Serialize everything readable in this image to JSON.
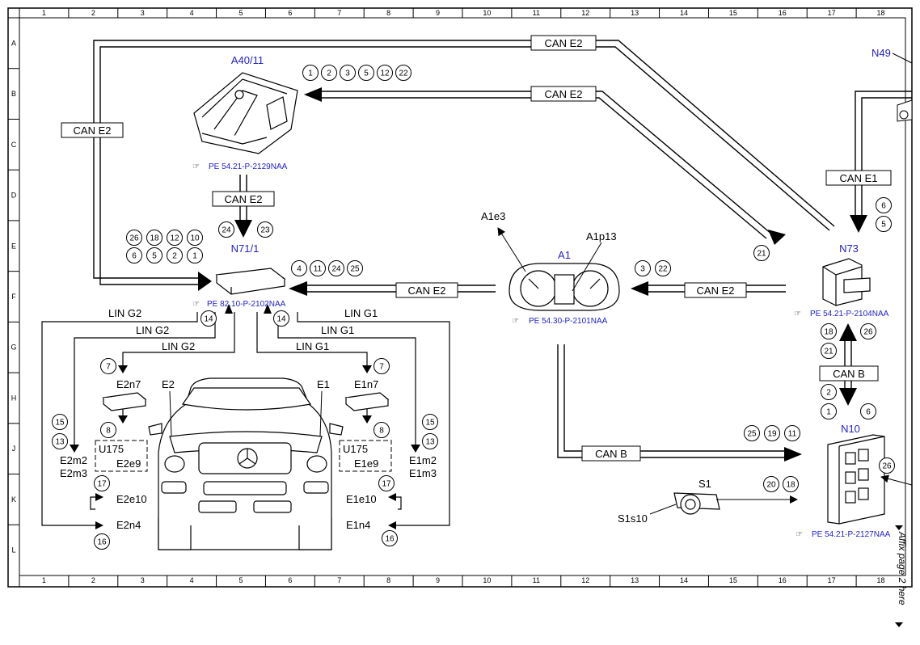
{
  "grid": {
    "columns": [
      "1",
      "2",
      "3",
      "4",
      "5",
      "6",
      "7",
      "8",
      "9",
      "10",
      "11",
      "12",
      "13",
      "14",
      "15",
      "16",
      "17",
      "18"
    ],
    "rows": [
      "A",
      "B",
      "C",
      "D",
      "E",
      "F",
      "G",
      "H",
      "J",
      "K",
      "L"
    ]
  },
  "components": {
    "a40_11": {
      "name": "A40/11",
      "ref": "PE 54.21-P-2129NAA"
    },
    "n71_1": {
      "name": "N71/1",
      "ref": "PE 82.10-P-2102NAA"
    },
    "a1": {
      "name": "A1",
      "ref": "PE 54.30-P-2101NAA",
      "sub1": "A1e3",
      "sub2": "A1p13"
    },
    "n73": {
      "name": "N73",
      "ref": "PE 54.21-P-2104NAA"
    },
    "n10": {
      "name": "N10",
      "ref": "PE 54.21-P-2127NAA"
    },
    "n49": {
      "name": "N49"
    },
    "s1": {
      "name": "S1",
      "sub": "S1s10"
    },
    "e2n7": {
      "name": "E2n7"
    },
    "e1n7": {
      "name": "E1n7"
    },
    "u175_left": {
      "name": "U175",
      "sub": "E2e9"
    },
    "u175_right": {
      "name": "U175",
      "sub": "E1e9"
    },
    "car": {
      "label_left": "E2",
      "label_right": "E1"
    }
  },
  "labels": {
    "e2m2": "E2m2",
    "e2m3": "E2m3",
    "e1m2": "E1m2",
    "e1m3": "E1m3",
    "e2e10": "E2e10",
    "e2n4": "E2n4",
    "e1e10": "E1e10",
    "e1n4": "E1n4"
  },
  "buses": {
    "can_e2": "CAN E2",
    "can_e1": "CAN E1",
    "can_b": "CAN B",
    "lin_g1": "LIN G1",
    "lin_g2": "LIN G2"
  },
  "circles": {
    "top_row": [
      "1",
      "2",
      "3",
      "5",
      "12",
      "22"
    ],
    "n71_top_a": [
      "26",
      "18",
      "12",
      "10"
    ],
    "n71_top_b": [
      "6",
      "5",
      "2",
      "1"
    ],
    "n71_arrow": [
      "24",
      "23"
    ],
    "n71_right": [
      "4",
      "11",
      "24",
      "25"
    ],
    "a1_left": [
      "3",
      "22"
    ],
    "n73_arrow": [
      "21"
    ],
    "n73_top": [
      "6",
      "5"
    ],
    "n73_bottom_a": [
      "18",
      "21"
    ],
    "n73_bottom_b": [
      "26"
    ],
    "n10_top_a": [
      "2",
      "1"
    ],
    "n10_top_b": [
      "6"
    ],
    "canb_arrow": [
      "25",
      "19",
      "11"
    ],
    "s1_arrow": [
      "20",
      "18"
    ],
    "n10_right": [
      "26"
    ],
    "lin_left": [
      "14"
    ],
    "lin_right": [
      "14"
    ],
    "e2n7_top": [
      "7"
    ],
    "e2n7_bot": [
      "8"
    ],
    "e1n7_top": [
      "7"
    ],
    "e1n7_bot": [
      "8"
    ],
    "left_15_13": [
      "15",
      "13"
    ],
    "right_15_13": [
      "15",
      "13"
    ],
    "left_17": [
      "17"
    ],
    "right_17": [
      "17"
    ],
    "left_16": [
      "16"
    ],
    "right_16": [
      "16"
    ]
  },
  "side_note": "Affix page 2 here"
}
